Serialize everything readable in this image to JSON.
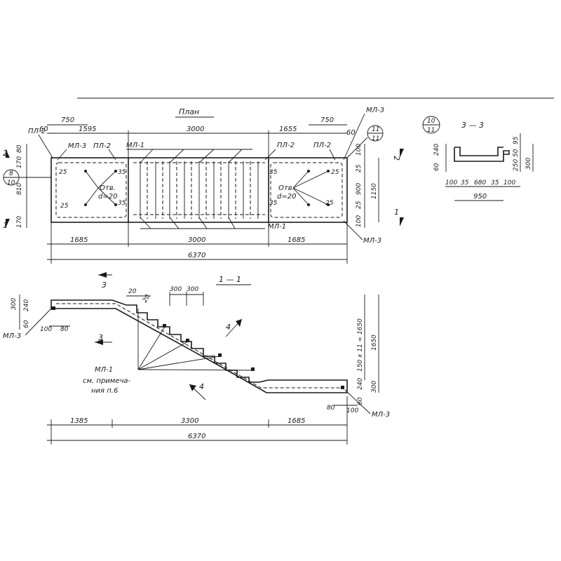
{
  "plan": {
    "title": "План",
    "dims_top": [
      "750",
      "60",
      "1595",
      "3000",
      "1655",
      "750",
      "60"
    ],
    "dims_bottom": [
      "1685",
      "3000",
      "1685",
      "6370"
    ],
    "dims_left": [
      "80",
      "170",
      "810",
      "170"
    ],
    "dims_right": [
      "100",
      "25",
      "900",
      "25",
      "100",
      "1150"
    ],
    "labels": {
      "pl2_left": "ПЛ-2",
      "ml3_top": "МЛ-3",
      "pl2_a": "ПЛ-2",
      "ml1_top": "МЛ-1",
      "pl2_b": "ПЛ-2",
      "pl2_c": "ПЛ-2",
      "ml3_right_top": "МЛ-3",
      "ml1_bottom": "МЛ-1",
      "ml3_right_bottom": "МЛ-3"
    },
    "hole_note_left": [
      "Отв.",
      "d=20"
    ],
    "hole_note_right": [
      "Отв.",
      "d=20"
    ],
    "small_dims": [
      "25",
      "35",
      "25",
      "35",
      "35",
      "25",
      "35",
      "25"
    ],
    "callout_left": [
      "8",
      "10"
    ],
    "callout_right": [
      "11",
      "11"
    ],
    "section_marks": [
      "2",
      "1",
      "2",
      "1"
    ]
  },
  "section33": {
    "title": "3 — 3",
    "callout": [
      "10",
      "11"
    ],
    "dims_left": [
      "60",
      "240"
    ],
    "dims_right": [
      "95",
      "50",
      "250",
      "300"
    ],
    "dims_bottom": [
      "100",
      "35",
      "680",
      "35",
      "100"
    ],
    "total": "950"
  },
  "section11": {
    "title": "1 — 1",
    "section_mark_top": "3",
    "section_mark_bottom": "3",
    "mark4_a": "4",
    "mark4_b": "4",
    "dims_top": [
      "20",
      "20",
      "300",
      "300"
    ],
    "dims_left": [
      "300",
      "240",
      "60",
      "100",
      "80"
    ],
    "dims_right": [
      "150 x 11 = 1650",
      "1650",
      "240",
      "300",
      "60",
      "80",
      "100"
    ],
    "ml3_left": "МЛ-3",
    "ml3_right": "МЛ-3",
    "ml1_note": [
      "МЛ-1",
      "см. примеча-",
      "ния п.6"
    ],
    "dims_bottom": [
      "1385",
      "3300",
      "1685",
      "6370"
    ]
  }
}
